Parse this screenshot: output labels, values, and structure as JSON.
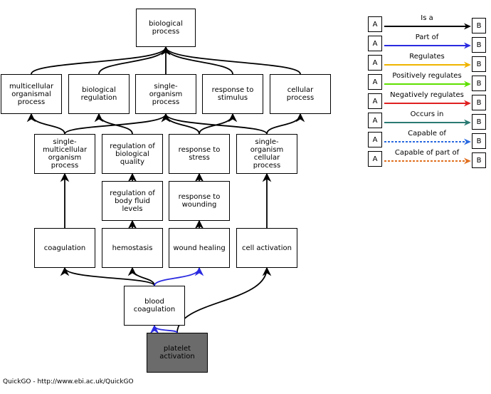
{
  "nodes": {
    "bp": "biological process",
    "mop": "multicellular organismal process",
    "breg": "biological regulation",
    "sop": "single-organism process",
    "rts": "response to stimulus",
    "cp": "cellular process",
    "smop": "single-multicellular organism process",
    "rbq": "regulation of biological quality",
    "rtstress": "response to stress",
    "socp": "single-organism cellular process",
    "rbfl": "regulation of body fluid levels",
    "rtw": "response to wounding",
    "coag": "coagulation",
    "hemo": "hemostasis",
    "wh": "wound healing",
    "ca": "cell activation",
    "bc": "blood coagulation",
    "pa": "platelet activation"
  },
  "legend": [
    {
      "label": "Is a",
      "color": "#000000",
      "dashed": false
    },
    {
      "label": "Part of",
      "color": "#2a2ae0",
      "dashed": false
    },
    {
      "label": "Regulates",
      "color": "#f0b400",
      "dashed": false
    },
    {
      "label": "Positively regulates",
      "color": "#5ee000",
      "dashed": false
    },
    {
      "label": "Negatively regulates",
      "color": "#e02020",
      "dashed": false
    },
    {
      "label": "Occurs in",
      "color": "#2a7a72",
      "dashed": false
    },
    {
      "label": "Capable of",
      "color": "#2a6ae0",
      "dashed": true
    },
    {
      "label": "Capable of part of",
      "color": "#e07020",
      "dashed": true
    }
  ],
  "legend_letters": {
    "a": "A",
    "b": "B"
  },
  "edges": [
    {
      "from": "mop",
      "to": "bp",
      "rel": "is_a"
    },
    {
      "from": "breg",
      "to": "bp",
      "rel": "is_a"
    },
    {
      "from": "sop",
      "to": "bp",
      "rel": "is_a"
    },
    {
      "from": "rts",
      "to": "bp",
      "rel": "is_a"
    },
    {
      "from": "cp",
      "to": "bp",
      "rel": "is_a"
    },
    {
      "from": "smop",
      "to": "mop",
      "rel": "is_a"
    },
    {
      "from": "smop",
      "to": "sop",
      "rel": "is_a"
    },
    {
      "from": "rbq",
      "to": "breg",
      "rel": "is_a"
    },
    {
      "from": "rtstress",
      "to": "sop",
      "rel": "is_a"
    },
    {
      "from": "rtstress",
      "to": "rts",
      "rel": "is_a"
    },
    {
      "from": "socp",
      "to": "sop",
      "rel": "is_a"
    },
    {
      "from": "socp",
      "to": "cp",
      "rel": "is_a"
    },
    {
      "from": "coag",
      "to": "smop",
      "rel": "is_a"
    },
    {
      "from": "rbfl",
      "to": "rbq",
      "rel": "is_a"
    },
    {
      "from": "hemo",
      "to": "rbfl",
      "rel": "is_a"
    },
    {
      "from": "rtw",
      "to": "rtstress",
      "rel": "is_a"
    },
    {
      "from": "wh",
      "to": "rtw",
      "rel": "is_a"
    },
    {
      "from": "ca",
      "to": "socp",
      "rel": "is_a"
    },
    {
      "from": "bc",
      "to": "coag",
      "rel": "is_a"
    },
    {
      "from": "bc",
      "to": "hemo",
      "rel": "is_a"
    },
    {
      "from": "bc",
      "to": "wh",
      "rel": "part_of"
    },
    {
      "from": "pa",
      "to": "ca",
      "rel": "is_a"
    },
    {
      "from": "pa",
      "to": "bc",
      "rel": "part_of"
    }
  ],
  "footer": "QuickGO - http://www.ebi.ac.uk/QuickGO"
}
